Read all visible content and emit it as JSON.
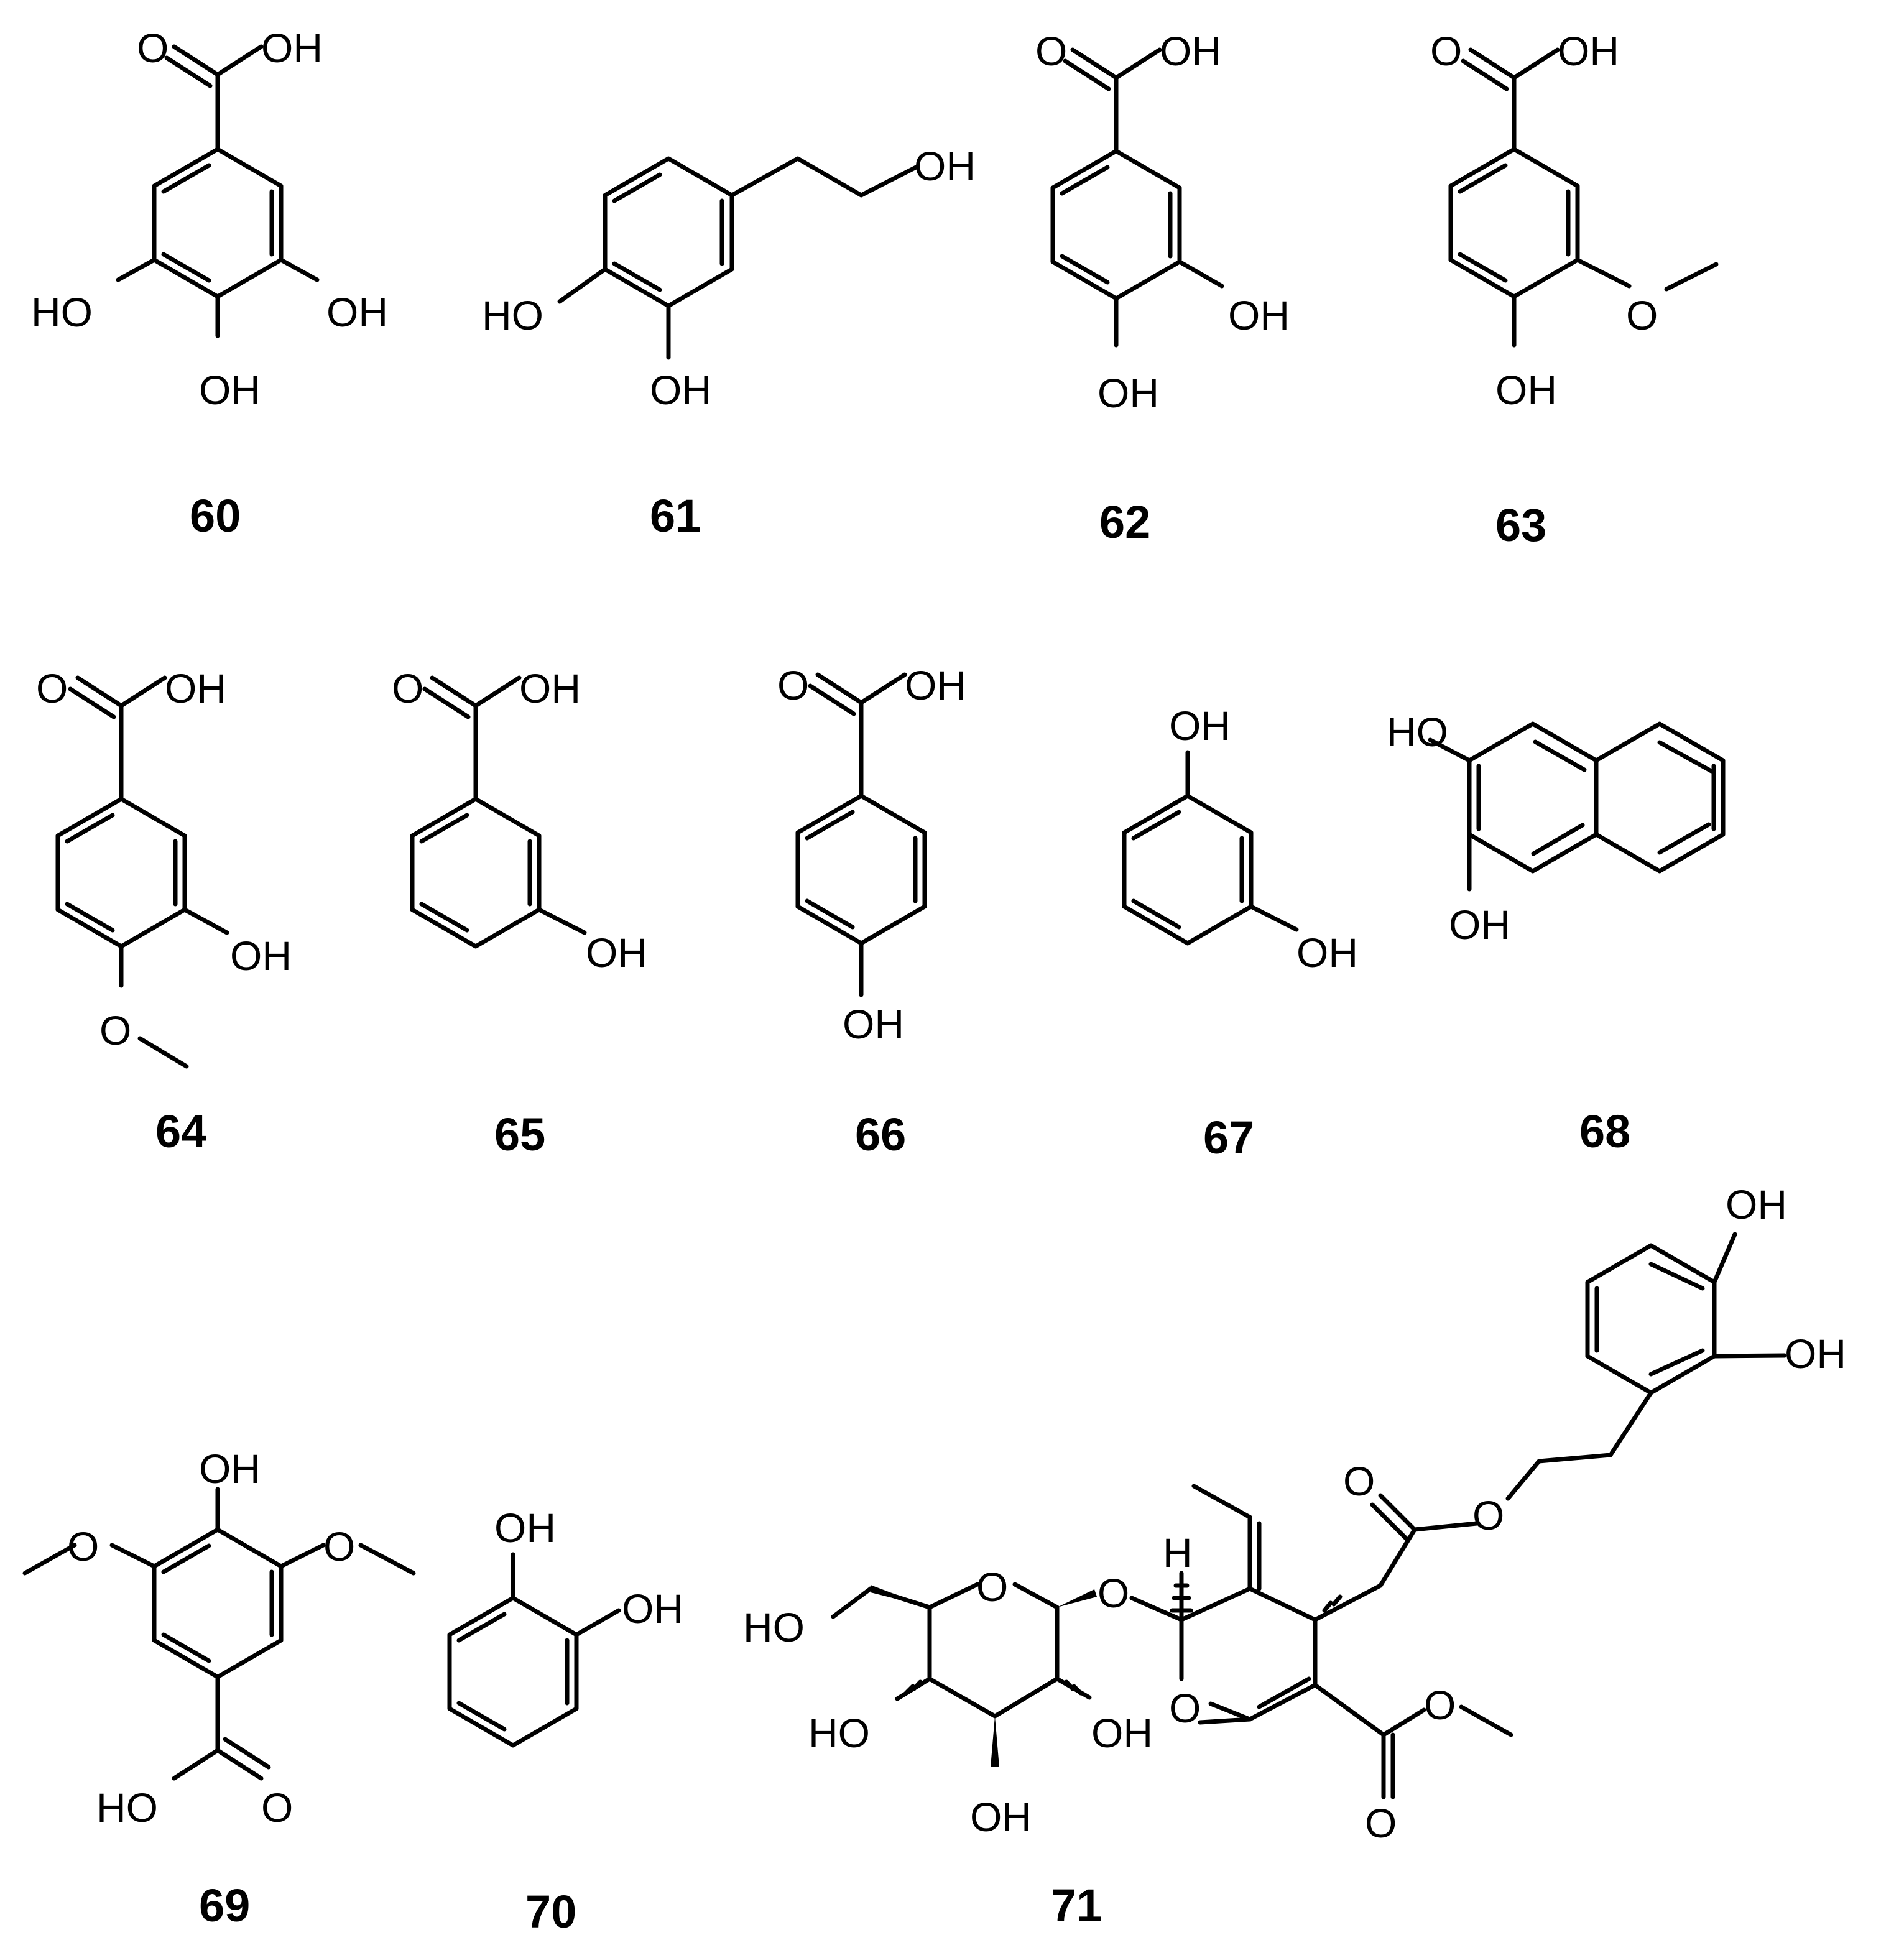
{
  "figure": {
    "compounds": [
      {
        "id": "60"
      },
      {
        "id": "61"
      },
      {
        "id": "62"
      },
      {
        "id": "63"
      },
      {
        "id": "64"
      },
      {
        "id": "65"
      },
      {
        "id": "66"
      },
      {
        "id": "67"
      },
      {
        "id": "68"
      },
      {
        "id": "69"
      },
      {
        "id": "70"
      },
      {
        "id": "71"
      }
    ],
    "atom_labels": {
      "oh": "OH",
      "ho": "HO",
      "o": "O",
      "h": "H"
    },
    "stroke_color": "#000000"
  }
}
